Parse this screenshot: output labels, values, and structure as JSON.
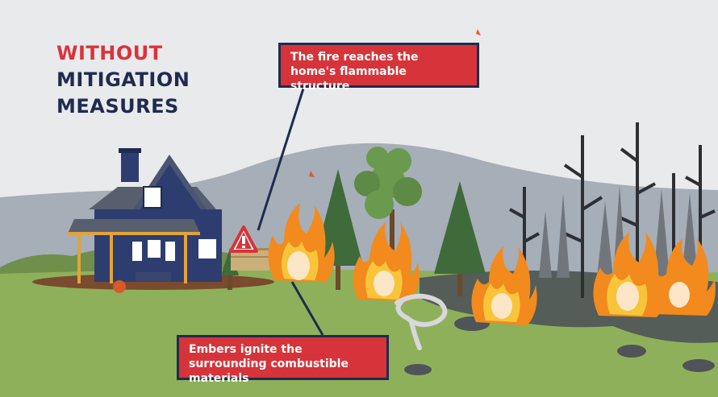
{
  "title": {
    "line1": "WITHOUT",
    "line2": "MITIGATION",
    "line3": "MEASURES"
  },
  "callouts": {
    "top": "The fire reaches the home's flammable structure",
    "bottom": "Embers ignite the surrounding combustible materials"
  },
  "icons": {
    "warning": "warning-icon"
  },
  "colors": {
    "accent_red": "#d6343a",
    "navy": "#1f2b4f",
    "sky": "#e9eaec",
    "grass": "#8fb05a",
    "house": "#2e3d70",
    "flame_orange": "#f28a1e",
    "flame_yellow": "#f8c53a"
  }
}
